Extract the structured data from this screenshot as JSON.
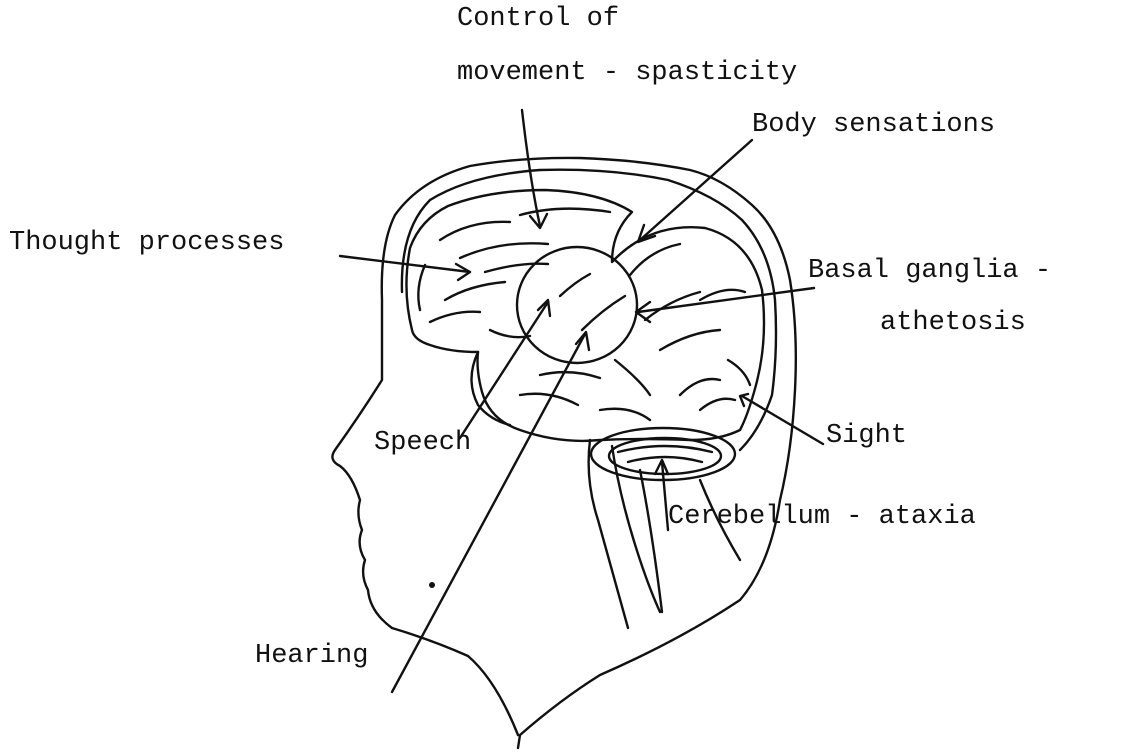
{
  "labels": {
    "control_line1": "Control of",
    "control_line2": "movement - spasticity",
    "body": "Body sensations",
    "thought": "Thought processes",
    "basal_line1": "Basal ganglia -",
    "basal_line2": "athetosis",
    "speech": "Speech",
    "sight": "Sight",
    "cerebellum": "Cerebellum - ataxia",
    "hearing": "Hearing"
  },
  "colors": {
    "ink": "#111111",
    "background": "#ffffff"
  }
}
